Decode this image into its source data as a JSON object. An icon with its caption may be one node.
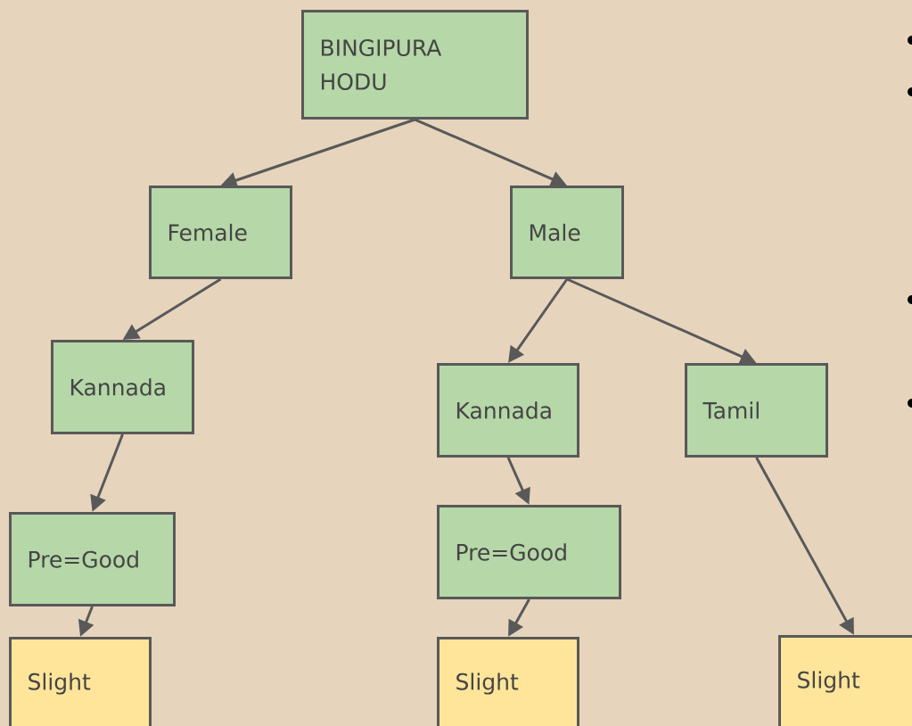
{
  "diagram": {
    "nodes": [
      {
        "text": [
          "BINGIPURA HODU"
        ]
      },
      {
        "text": [
          "Female"
        ]
      },
      {
        "text": [
          "Male"
        ]
      },
      {
        "text": [
          "Kannada"
        ]
      },
      {
        "text": [
          "Kannada"
        ]
      },
      {
        "text": [
          "Tamil"
        ]
      },
      {
        "text": [
          "Pre=Good"
        ]
      },
      {
        "text": [
          "Pre=Good"
        ]
      },
      {
        "text": [
          "Slight"
        ]
      },
      {
        "text": [
          "Slight"
        ]
      },
      {
        "text": [
          "Slight"
        ]
      }
    ],
    "edges": [
      {
        "from": 0,
        "to": 1,
        "arrow": "to"
      },
      {
        "from": 0,
        "to": 2,
        "arrow": "to"
      },
      {
        "from": 1,
        "to": 3,
        "arrow": "to"
      },
      {
        "from": 2,
        "to": 4,
        "arrow": "to"
      },
      {
        "from": 2,
        "to": 5,
        "arrow": "to"
      },
      {
        "from": 3,
        "to": 6,
        "arrow": "to"
      },
      {
        "from": 4,
        "to": 7,
        "arrow": "to"
      },
      {
        "from": 6,
        "to": 8,
        "arrow": "to"
      },
      {
        "from": 7,
        "to": 9,
        "arrow": "to"
      },
      {
        "from": 5,
        "to": 10,
        "arrow": "to"
      }
    ]
  }
}
